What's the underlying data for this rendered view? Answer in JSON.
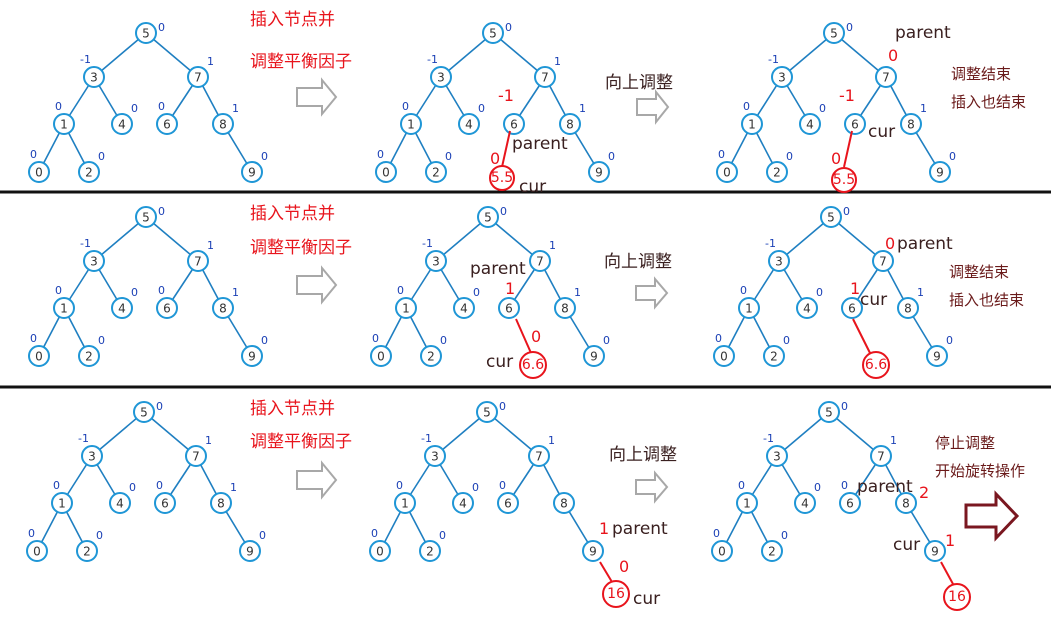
{
  "tree": {
    "nodes": [
      {
        "key": "5",
        "bf": "0"
      },
      {
        "key": "3",
        "bf": "-1"
      },
      {
        "key": "7",
        "bf": "1"
      },
      {
        "key": "1",
        "bf": "0"
      },
      {
        "key": "4",
        "bf": "0"
      },
      {
        "key": "6",
        "bf": "0"
      },
      {
        "key": "8",
        "bf": "1"
      },
      {
        "key": "0",
        "bf": "0"
      },
      {
        "key": "2",
        "bf": "0"
      },
      {
        "key": "9",
        "bf": "0"
      }
    ]
  },
  "labels": {
    "insert_line1": "插入节点并",
    "insert_line2": "调整平衡因子",
    "adjust_up": "向上调整",
    "parent": "parent",
    "cur": "cur",
    "done_line1": "调整结束",
    "done_line2": "插入也结束",
    "stop_line1": "停止调整",
    "stop_line2": "开始旋转操作"
  },
  "rows": [
    {
      "new_key": "5.5",
      "after_insert": {
        "parent_bf": "-1",
        "cur_bf": "0"
      },
      "after_adjust": {
        "parent_bf": "0",
        "cur_bf": "-1",
        "new_bf": "0"
      }
    },
    {
      "new_key": "6.6",
      "after_insert": {
        "parent_bf": "1",
        "cur_bf": "0"
      },
      "after_adjust": {
        "parent_bf": "0",
        "cur_bf": "1"
      }
    },
    {
      "new_key": "16",
      "after_insert": {
        "parent_bf": "1",
        "cur_bf": "0"
      },
      "after_adjust": {
        "parent_bf": "2",
        "cur_bf": "1"
      }
    }
  ]
}
